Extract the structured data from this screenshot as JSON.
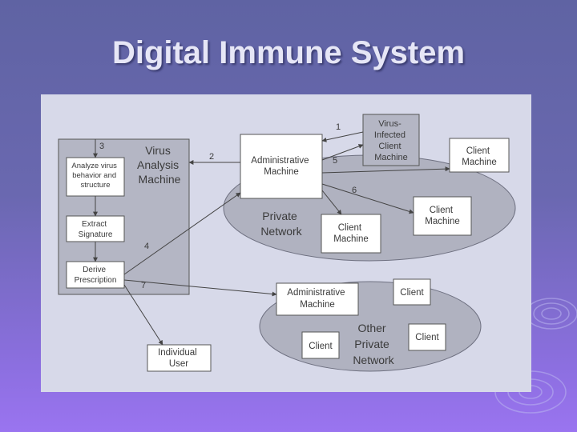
{
  "slide": {
    "title": "Digital Immune System"
  },
  "diagram": {
    "virus_analysis_box": {
      "title_lines": [
        "Virus",
        "Analysis",
        "Machine"
      ],
      "step_analyze_lines": [
        "Analyze virus",
        "behavior and",
        "structure"
      ],
      "step_extract_lines": [
        "Extract",
        "Signature"
      ],
      "step_derive_lines": [
        "Derive",
        "Prescription"
      ]
    },
    "private_network": {
      "label_lines": [
        "Private",
        "Network"
      ],
      "admin_machine_lines": [
        "Administrative",
        "Machine"
      ],
      "infected_client_lines": [
        "Virus-",
        "Infected",
        "Client",
        "Machine"
      ],
      "client_right_lines": [
        "Client",
        "Machine"
      ],
      "client_mid_lines": [
        "Client",
        "Machine"
      ],
      "client_bottom_lines": [
        "Client",
        "Machine"
      ]
    },
    "other_network": {
      "label_lines": [
        "Other",
        "Private",
        "Network"
      ],
      "admin_machine_lines": [
        "Administrative",
        "Machine"
      ],
      "client_top": "Client",
      "client_left": "Client",
      "client_right": "Client"
    },
    "individual_user_lines": [
      "Individual",
      "User"
    ],
    "step_numbers": {
      "s1": "1",
      "s2": "2",
      "s3": "3",
      "s4": "4",
      "s5": "5",
      "s6": "6",
      "s7": "7"
    }
  }
}
